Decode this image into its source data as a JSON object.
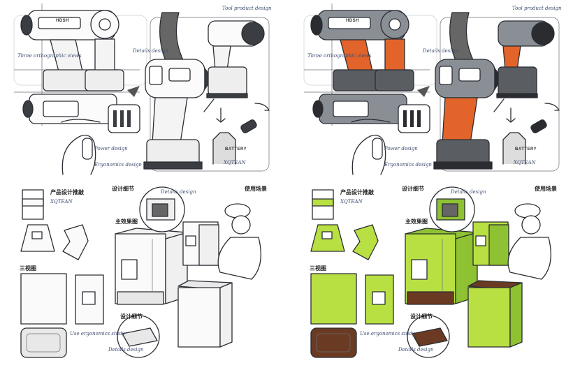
{
  "sheets": [
    {
      "style": "pencil line sketch",
      "drill": {
        "title": "Tool product design",
        "brand_mark": "HDSH",
        "notes": [
          "Three orthographic views",
          "Details design",
          "Power design",
          "Ergonomics design"
        ],
        "battery_label": "BATTERY",
        "signature": "XQTEAN"
      },
      "appliance": {
        "product_study": "产品设计推敲",
        "signature": "XQTEAN",
        "design_detail": "设计细节",
        "usage_scene": "使用场景",
        "main_render": "主效果图",
        "three_views": "三视图",
        "design_detail_2": "设计细节",
        "notes": [
          "Details design",
          "Use ergonomics study",
          "Details design"
        ]
      }
    },
    {
      "style": "marker rendered",
      "drill": {
        "title": "Tool product design",
        "brand_mark": "HDSH",
        "notes": [
          "Three orthographic views",
          "Details design",
          "Power design",
          "Ergonomics design"
        ],
        "battery_label": "BATTERY",
        "signature": "XQTEAN"
      },
      "appliance": {
        "product_study": "产品设计推敲",
        "signature": "XQTEAN",
        "design_detail": "设计细节",
        "usage_scene": "使用场景",
        "main_render": "主效果图",
        "three_views": "三视图",
        "design_detail_2": "设计细节",
        "notes": [
          "Details design",
          "Use ergonomics study",
          "Details design"
        ]
      }
    }
  ],
  "colors": {
    "drill_accent": "#e2642a",
    "drill_body": "#8a8f95",
    "appliance_green": "#b9e042",
    "appliance_base": "#6b3a22"
  }
}
